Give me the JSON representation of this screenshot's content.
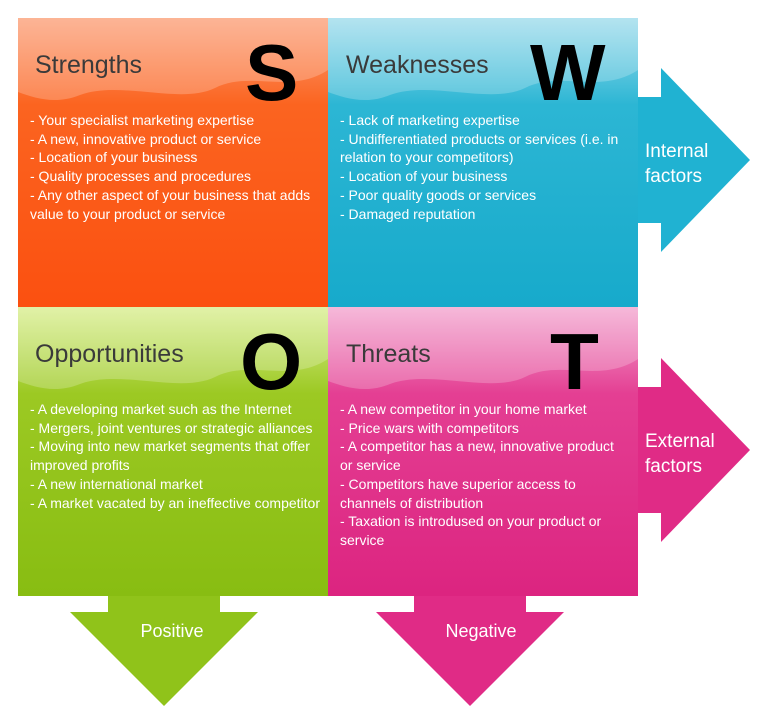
{
  "colors": {
    "strengths": "#fb5c14",
    "weaknesses": "#23b3d1",
    "opportunities": "#93c41a",
    "threats": "#e2338a"
  },
  "quadrants": [
    {
      "key": "strengths",
      "title": "Strengths",
      "letter": "S",
      "items": [
        "- Your specialist marketing expertise",
        "- A new, innovative product or  service",
        "- Location of your business",
        "- Quality processes and procedures",
        "- Any other aspect of your business that adds value to your product or service"
      ]
    },
    {
      "key": "weaknesses",
      "title": "Weaknesses",
      "letter": "W",
      "items": [
        "- Lack of marketing expertise",
        "- Undifferentiated products or services (i.e. in relation to your  competitors)",
        "- Location of your business",
        "- Poor quality goods or services",
        "- Damaged reputation"
      ]
    },
    {
      "key": "opportunities",
      "title": "Opportunities",
      "letter": "O",
      "items": [
        "- A developing market such as the Internet",
        "- Mergers, joint ventures or strategic alliances",
        "- Moving into new market segments that offer improved profits",
        "- A new international market",
        "- A market vacated by an ineffective competitor"
      ]
    },
    {
      "key": "threats",
      "title": "Threats",
      "letter": "T",
      "items": [
        "- A new competitor in your home market",
        "- Price wars with competitors",
        "- A competitor has a new, innovative product or service",
        "- Competitors have superior access to channels of distribution",
        "- Taxation is introdused on your product or service"
      ]
    }
  ],
  "arrows": {
    "internal": "Internal factors",
    "external": "External factors",
    "positive": "Positive",
    "negative": "Negative"
  }
}
